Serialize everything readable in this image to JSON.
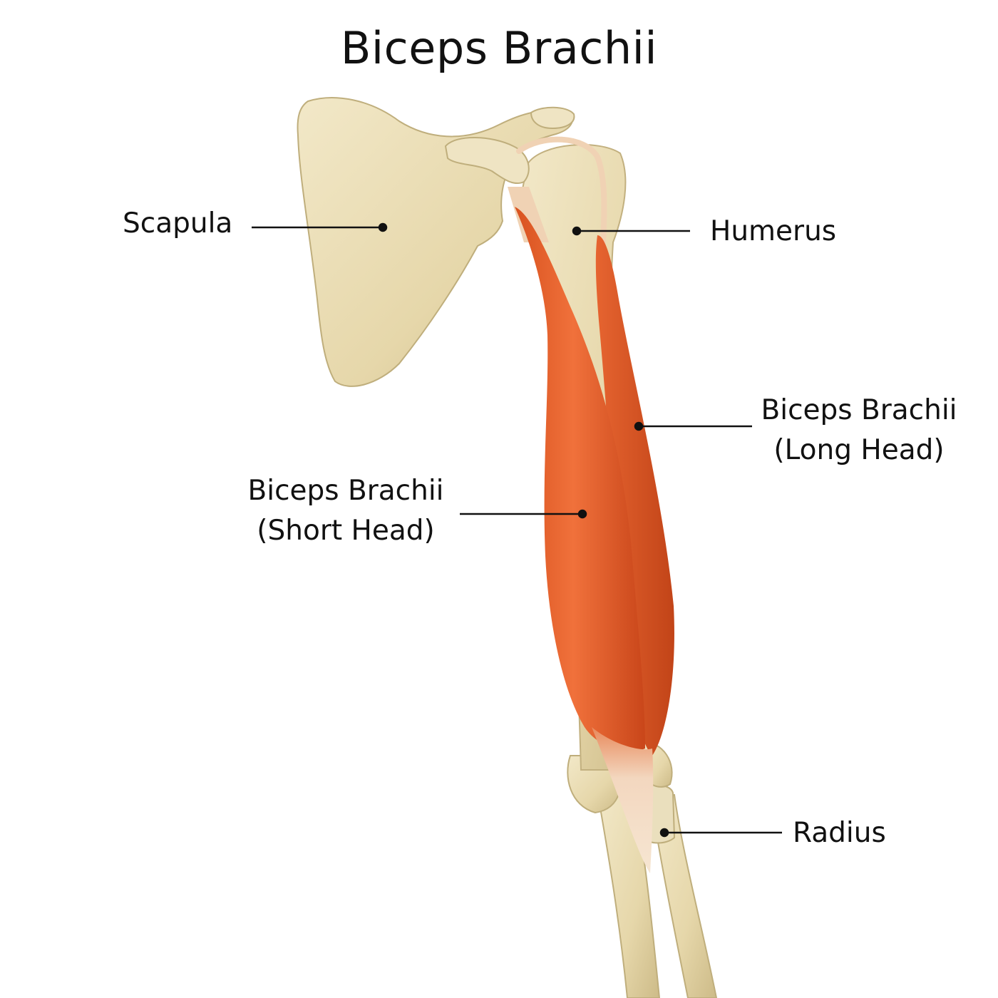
{
  "title": "Biceps Brachii",
  "labels": {
    "scapula": "Scapula",
    "humerus": "Humerus",
    "long_head_line1": "Biceps Brachii",
    "long_head_line2": "(Long Head)",
    "short_head_line1": "Biceps Brachii",
    "short_head_line2": "(Short Head)",
    "radius": "Radius"
  },
  "colors": {
    "bone": "#e9dcb4",
    "bone_shadow": "#c9b98a",
    "muscle": "#e8622e",
    "muscle_dark": "#c94a1d",
    "tendon": "#f1dcc4",
    "leader": "#111111"
  }
}
